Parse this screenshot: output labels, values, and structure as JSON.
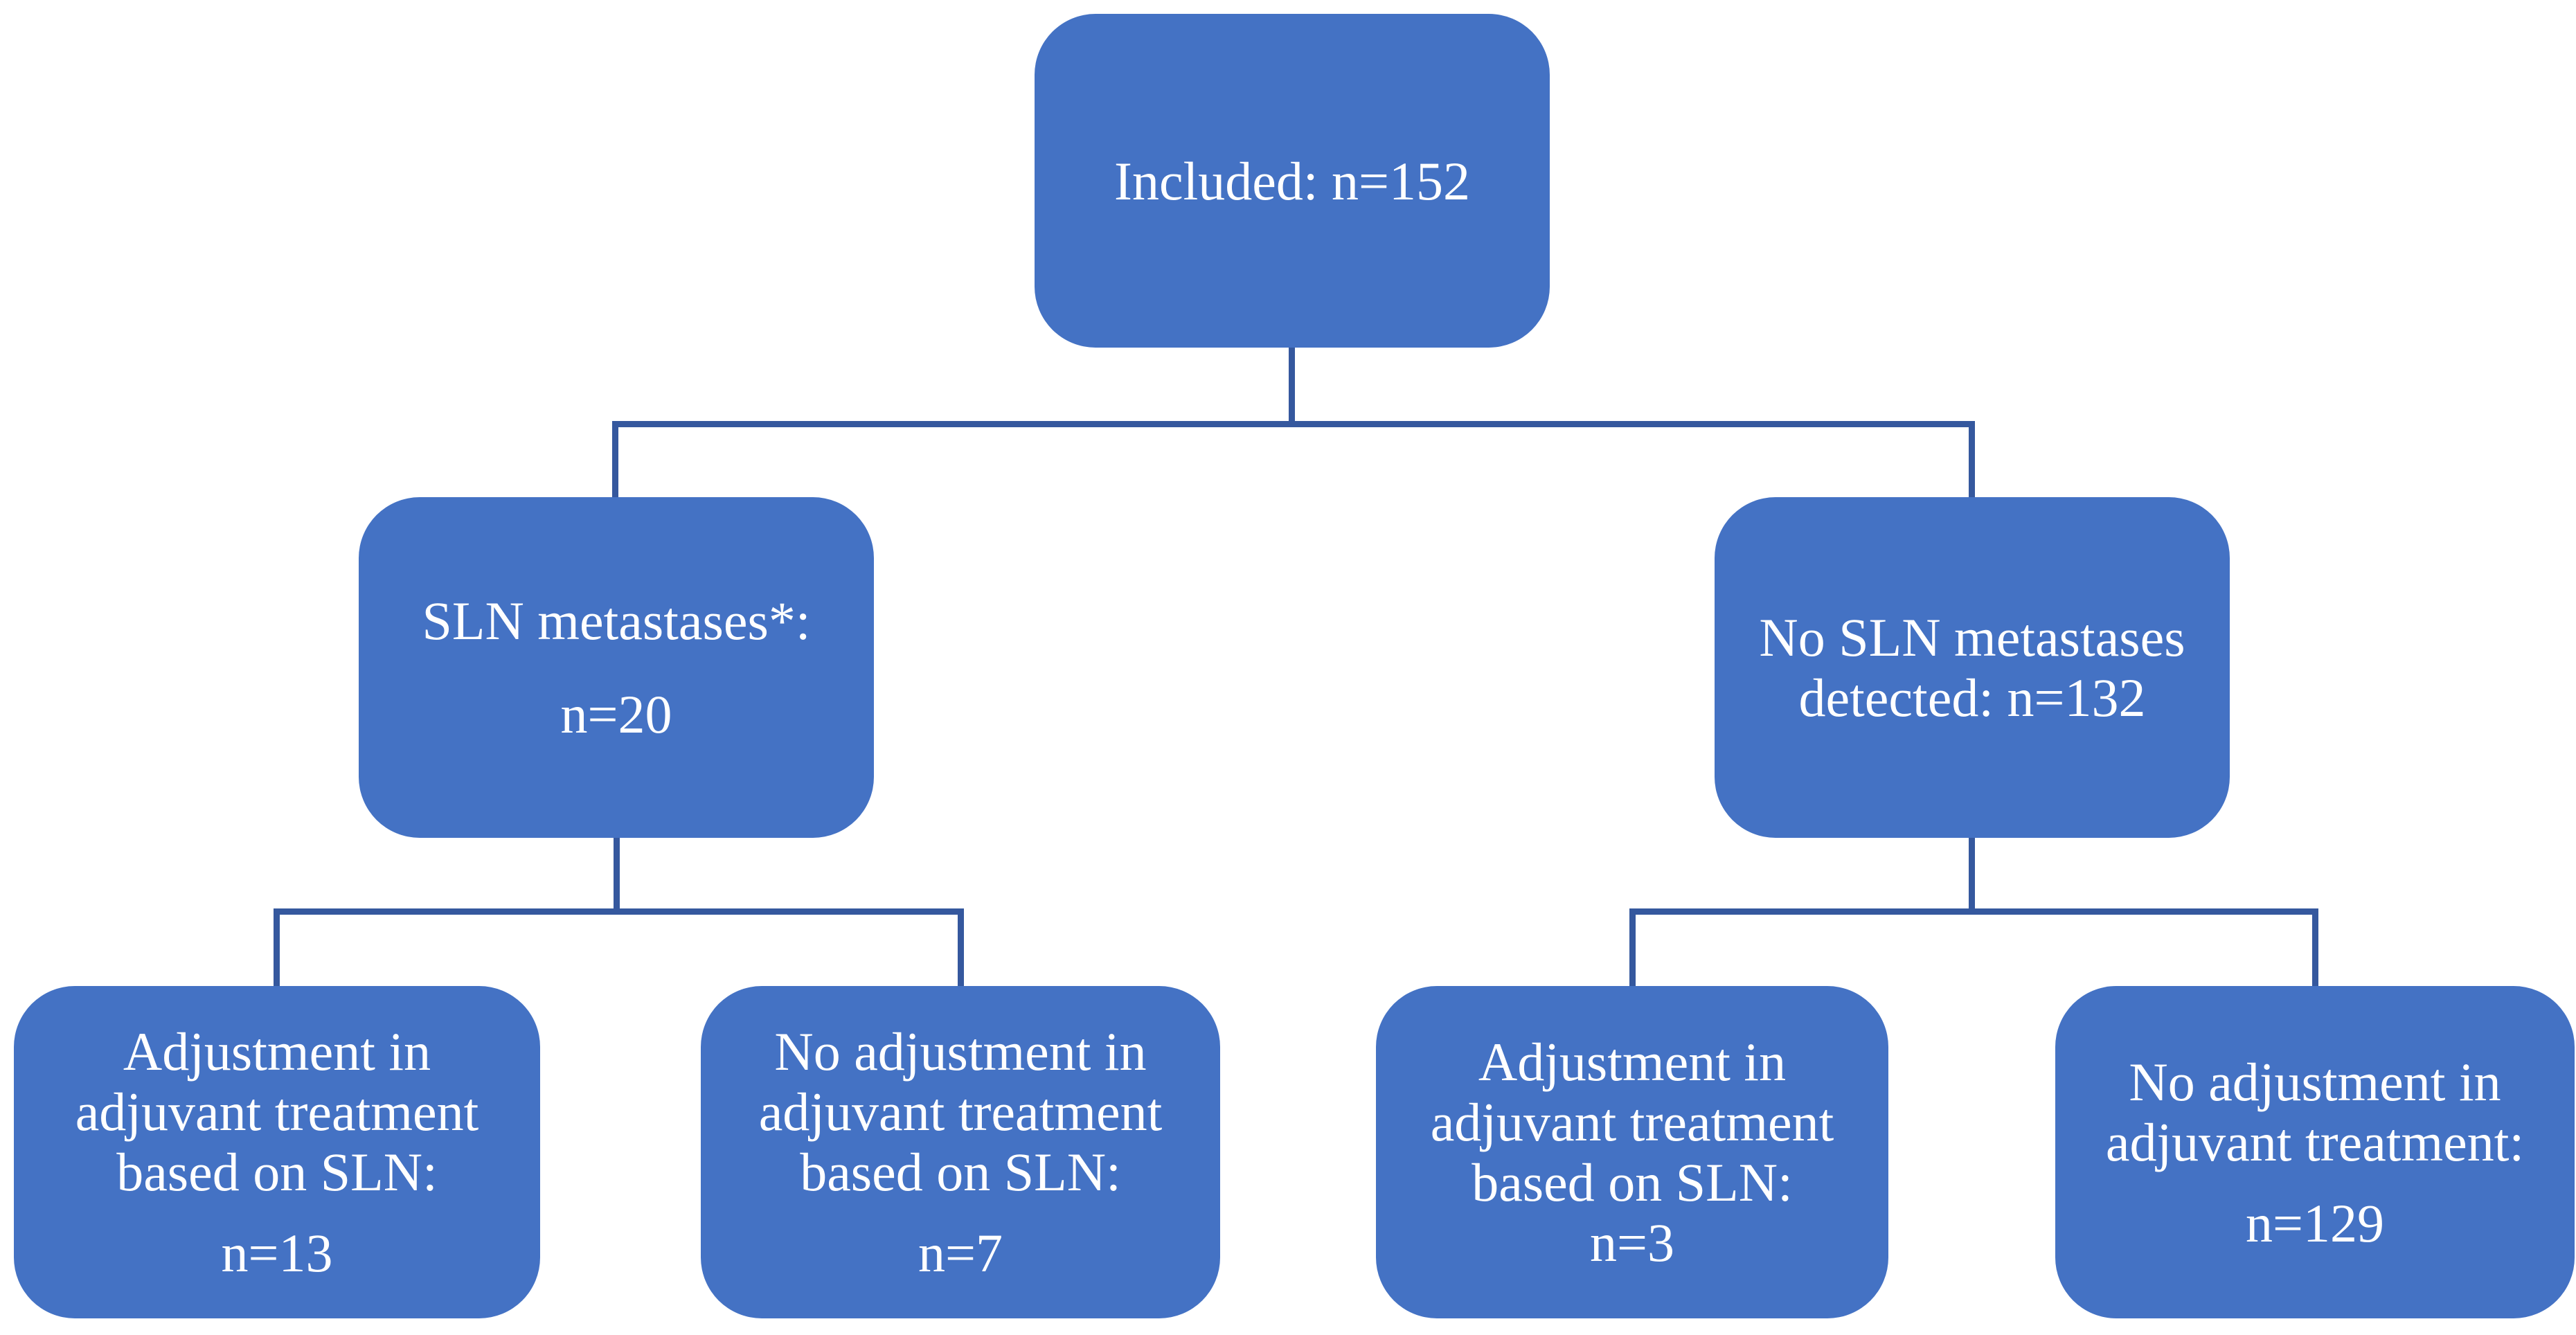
{
  "diagram": {
    "colors": {
      "node_fill": "#4472C4",
      "connector": "#35589E",
      "text": "#ffffff",
      "background": "#ffffff"
    },
    "nodes": {
      "included": {
        "paragraphs": [
          "Included: n=152"
        ]
      },
      "sln_metastases": {
        "paragraphs": [
          "SLN metastases*:",
          "n=20"
        ]
      },
      "no_sln_metastases": {
        "paragraphs": [
          "No SLN metastases detected: n=132"
        ]
      },
      "adjustment_after_sln_pos": {
        "paragraphs": [
          "Adjustment in adjuvant treatment based on SLN:",
          "n=13"
        ]
      },
      "no_adjustment_after_sln_pos": {
        "paragraphs": [
          "No adjustment in adjuvant treatment based on SLN:",
          "n=7"
        ]
      },
      "adjustment_after_sln_neg": {
        "paragraphs": [
          "Adjustment in adjuvant treatment based on SLN:",
          "n=3"
        ]
      },
      "no_adjustment_after_sln_neg": {
        "paragraphs": [
          "No adjustment in adjuvant treatment:",
          "n=129"
        ]
      }
    }
  }
}
